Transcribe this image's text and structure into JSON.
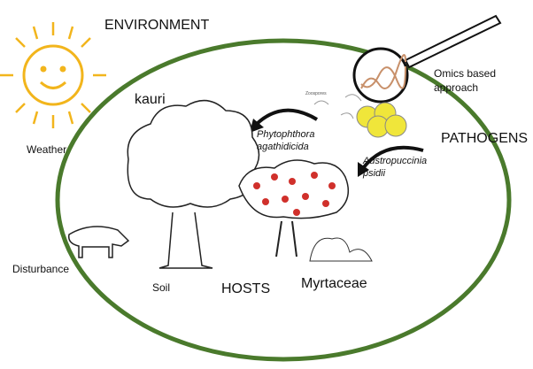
{
  "labels": {
    "environment": "ENVIRONMENT",
    "pathogens": "PATHOGENS",
    "hosts": "HOSTS",
    "kauri": "kauri",
    "myrtaceae": "Myrtaceae",
    "weather": "Weather",
    "disturbance": "Disturbance",
    "soil": "Soil",
    "omics_line1": "Omics based",
    "omics_line2": "approach",
    "phytophthora_line1": "Phytophthora",
    "phytophthora_line2": "agathidicida",
    "austropuccinia_line1": "Austropuccinia",
    "austropuccinia_line2": "psidii",
    "zoospores": "Zoospores"
  },
  "colors": {
    "circle": "#4a7a2c",
    "sun": "#f2b51c",
    "spores": "#f0e63a",
    "flowers": "#d0302b"
  }
}
